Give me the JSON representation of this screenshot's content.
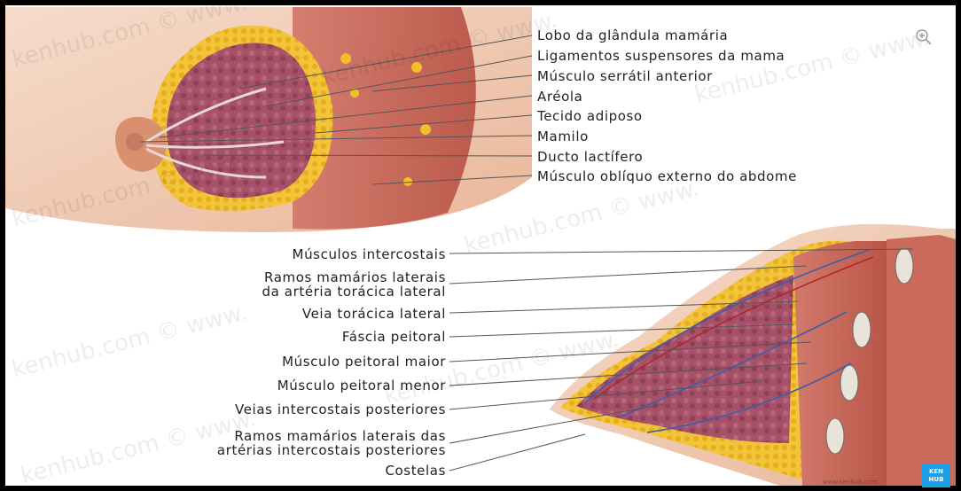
{
  "figure": {
    "labels_top": [
      "Lobo da glândula mamária",
      "Ligamentos suspensores da mama",
      "Músculo serrátil anterior",
      "Aréola",
      "Tecido adiposo",
      "Mamilo",
      "Ducto lactífero",
      "Músculo oblíquo externo do abdome"
    ],
    "labels_bottom": [
      [
        "Músculos intercostais"
      ],
      [
        "Ramos mamários laterais",
        "da artéria torácica lateral"
      ],
      [
        "Veia torácica lateral"
      ],
      [
        "Fáscia peitoral"
      ],
      [
        "Músculo peitoral maior"
      ],
      [
        "Músculo peitoral menor"
      ],
      [
        "Veias intercostais posteriores"
      ],
      [
        "Ramos mamários laterais das",
        "artérias intercostais posteriores"
      ],
      [
        "Costelas"
      ]
    ],
    "watermark": "kenhub.com © www.",
    "logo_text": [
      "KEN",
      "HUB"
    ],
    "credit": "www.kenhub.com",
    "zoom_icon": "magnifier-plus-icon"
  },
  "colors": {
    "frame": "#000000",
    "background": "#ffffff",
    "skin": "#f1c9ae",
    "muscle": "#c5655b",
    "fat": "#f0c028",
    "gland": "#9c4a63",
    "line": "#555555",
    "logo": "#1aa0e6"
  }
}
